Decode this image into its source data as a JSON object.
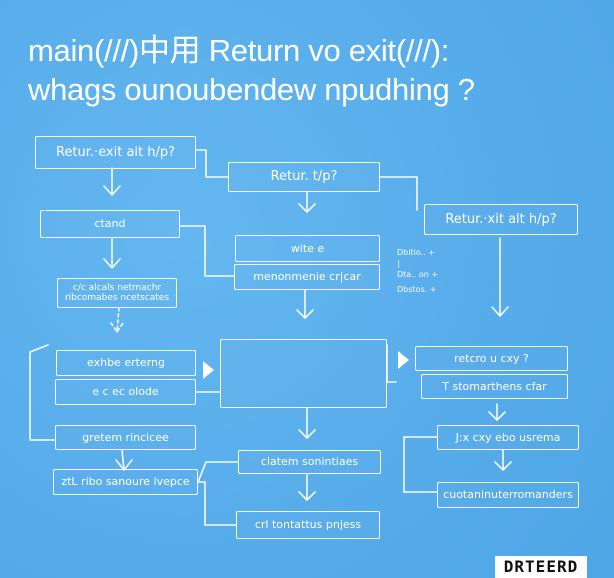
{
  "title": {
    "line1": "main(///)中用 Return vo exit(///):",
    "line2": "whags ounoubendew npudhing ?"
  },
  "boxes": {
    "left_top": "Retur.·exit ait h/p?",
    "left_ctand": "ctand",
    "left_small_line1": "c/c  alcals  netrnachr",
    "left_small_line2": "ribcomabes  ncetscates",
    "left_exhbe": "exhbe  erterng",
    "left_clode": "e  c ec  olode",
    "left_greten": "gretem rincicee",
    "left_ztl": "ztL  ribo  sanoure  lvepce",
    "center_top": "Retur.  t/p?",
    "center_wite": "wite  e",
    "center_menom": "menonmenie  cr|car",
    "center_big_empty": "",
    "center_clatem": "clatem  sonintiaes",
    "center_crl": "crl  tontattus  pnjess",
    "right_top": "Retur.·xit alt h/p?",
    "right_retcro": "retcro  u  cxy  ?",
    "right_stomar": "T  stomarthens  cfar",
    "right_jx": "J:x  cxy  ebo  usrema",
    "right_cuota": "cuotaninuterromanders"
  },
  "notes": {
    "n1": "Dbitio..  +",
    "n2": "|",
    "n3": "Dta..  on  +",
    "n4": "Dbstos.  +"
  },
  "logo": "DRTEERD",
  "colors": {
    "background": "#58aeea",
    "line": "#ffffff",
    "text": "#ffffff"
  }
}
